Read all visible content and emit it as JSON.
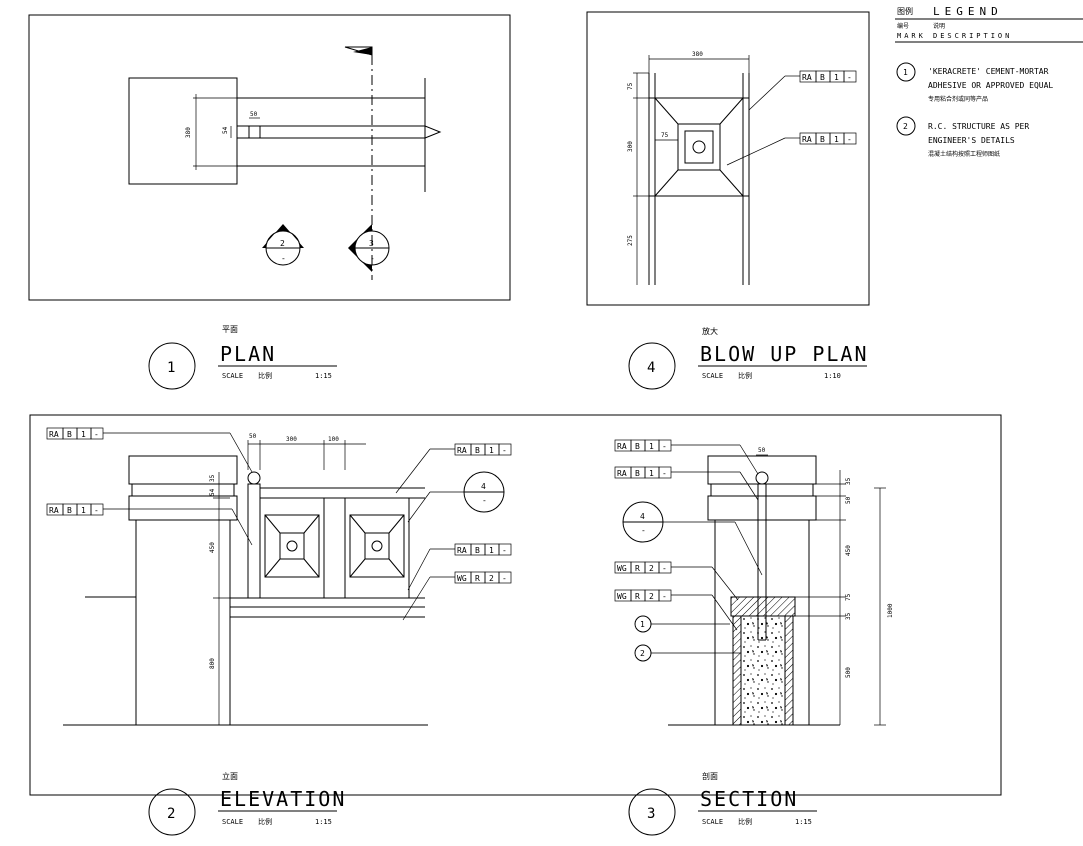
{
  "legend": {
    "title_cn": "图例",
    "title": "LEGEND",
    "mark_cn": "编号",
    "mark": "MARK",
    "desc_cn": "说明",
    "desc": "DESCRIPTION",
    "items": [
      {
        "num": "1",
        "line1": "'KERACRETE' CEMENT-MORTAR",
        "line2": "ADHESIVE OR APPROVED EQUAL",
        "cn": "专用粘合剂或同等产品"
      },
      {
        "num": "2",
        "line1": "R.C. STRUCTURE AS PER",
        "line2": "ENGINEER'S DETAILS",
        "cn": "混凝土结构按照工程师图纸"
      }
    ]
  },
  "views": {
    "plan": {
      "num": "1",
      "cn": "平面",
      "title": "PLAN",
      "scale_label": "SCALE",
      "scale_cn": "比例",
      "scale": "1:15"
    },
    "blowup": {
      "num": "4",
      "cn": "放大",
      "title": "BLOW UP PLAN",
      "scale_label": "SCALE",
      "scale_cn": "比例",
      "scale": "1:10"
    },
    "elevation": {
      "num": "2",
      "cn": "立面",
      "title": "ELEVATION",
      "scale_label": "SCALE",
      "scale_cn": "比例",
      "scale": "1:15"
    },
    "section": {
      "num": "3",
      "cn": "剖面",
      "title": "SECTION",
      "scale_label": "SCALE",
      "scale_cn": "比例",
      "scale": "1:15"
    }
  },
  "plan_markers": {
    "m2": {
      "num": "2",
      "sub": "-"
    },
    "m3": {
      "num": "3",
      "sub": "-"
    }
  },
  "dims": {
    "plan_380": "380",
    "plan_50": "50",
    "plan_54": "54",
    "blowup_380": "380",
    "blowup_75a": "75",
    "blowup_75b": "75",
    "blowup_300": "300",
    "blowup_275": "275",
    "elev_50": "50",
    "elev_300": "300",
    "elev_100": "100",
    "elev_54": "54",
    "elev_35": "35",
    "elev_450": "450",
    "elev_800": "800",
    "sec_50top": "50",
    "sec_35a": "35",
    "sec_50": "50",
    "sec_450": "450",
    "sec_75": "75",
    "sec_35b": "35",
    "sec_500": "500",
    "sec_1000": "1000"
  },
  "tags": {
    "rab": [
      "RA",
      "B",
      "1",
      "-"
    ],
    "wgr": [
      "WG",
      "R",
      "2",
      "-"
    ]
  },
  "callouts": {
    "elev_detail": {
      "num": "4",
      "sub": "-"
    },
    "sec_detail": {
      "num": "4",
      "sub": "-"
    },
    "sec_note1": "1",
    "sec_note2": "2"
  }
}
